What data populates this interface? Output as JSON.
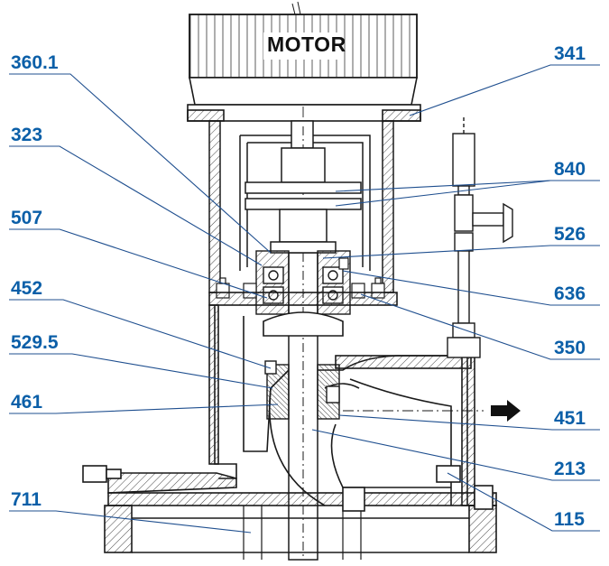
{
  "diagram": {
    "motor_label": "MOTOR",
    "label_color": "#0b5fa8",
    "line_color": "#1a1a1a",
    "hatch_color": "#444444",
    "arrow_icon": "flow-direction-arrow",
    "callouts": [
      {
        "id": "360-1",
        "text": "360.1"
      },
      {
        "id": "323",
        "text": "323"
      },
      {
        "id": "507",
        "text": "507"
      },
      {
        "id": "452",
        "text": "452"
      },
      {
        "id": "529-5",
        "text": "529.5"
      },
      {
        "id": "461",
        "text": "461"
      },
      {
        "id": "711",
        "text": "711"
      },
      {
        "id": "341",
        "text": "341"
      },
      {
        "id": "840",
        "text": "840"
      },
      {
        "id": "526",
        "text": "526"
      },
      {
        "id": "636",
        "text": "636"
      },
      {
        "id": "350",
        "text": "350"
      },
      {
        "id": "451",
        "text": "451"
      },
      {
        "id": "213",
        "text": "213"
      },
      {
        "id": "115",
        "text": "115"
      }
    ]
  }
}
